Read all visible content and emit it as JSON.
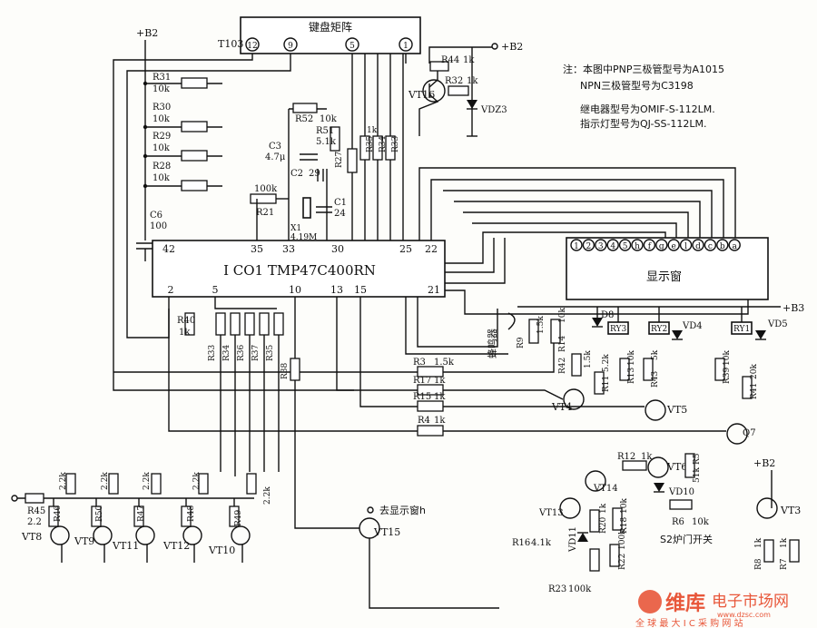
{
  "keyboard": {
    "title": "键盘矩阵",
    "ref": "T103",
    "pins": [
      "12",
      "9",
      "5",
      "1"
    ]
  },
  "ic": {
    "label": "I CO1 TMP47C400RN",
    "top_pins": [
      "42",
      "35",
      "33",
      "30",
      "25",
      "22"
    ],
    "bottom_pins": [
      "2",
      "5",
      "10",
      "13",
      "15",
      "21"
    ]
  },
  "display": {
    "title": "显示窗",
    "pins": [
      "1",
      "2",
      "3",
      "4",
      "5",
      "h",
      "f",
      "g",
      "e",
      "l",
      "d",
      "c",
      "b",
      "a"
    ]
  },
  "notes": [
    "注：本图中PNP三极管型号为A1015",
    "NPN三极管型号为C3198",
    "继电器型号为OMIF-S-112LM.",
    "指示灯型号为QJ-SS-112LM."
  ],
  "power": {
    "b2": "+B2",
    "b3": "+B3"
  },
  "parts": {
    "r31": "R31",
    "r31v": "10k",
    "r30": "R30",
    "r30v": "10k",
    "r29": "R29",
    "r29v": "10k",
    "r28": "R28",
    "r28v": "10k",
    "c6": "C6",
    "c6v": "100",
    "r21": "R21",
    "r21v": "100k",
    "r52": "R52",
    "r52v": "10k",
    "r51": "R51",
    "r51v": "5.1k",
    "c3": "C3",
    "c3v": "4.7μ",
    "c2": "C2",
    "c2v": "29",
    "c1": "C1",
    "c1v": "24",
    "x1": "X1",
    "x1v": "4.19M",
    "r27": "R27",
    "r35": "R35",
    "r34": "R34",
    "r33": "R33",
    "rk": "1k",
    "r44": "R44",
    "r44v": "1k",
    "r32": "R32",
    "r32v": "1k",
    "vt16": "VT16",
    "vdz3": "VDZ3",
    "r40": "R40",
    "r40v": "1k",
    "r33b": "R33",
    "r34b": "R34",
    "r36": "R36",
    "r37": "R37",
    "r35b": "R35",
    "r38": "R38",
    "buzzer": "蜂鸣器",
    "r9": "R9",
    "r9v": "1.5k",
    "r14": "R14",
    "r14v": "10k",
    "d8": "D8",
    "ry3": "RY3",
    "ry2": "RY2",
    "ry1": "RY1",
    "vd4": "VD4",
    "vd5": "VD5",
    "r42": "R42",
    "r42v": "1.5k",
    "r11": "R11",
    "r11v": "5.2k",
    "r13": "R13",
    "r13v": "10k",
    "r43": "R43",
    "r43v": "5k",
    "r39": "R39",
    "r39v": "10k",
    "r41": "R41",
    "r41v": "20k",
    "r3": "R3",
    "r3v": "1.5k",
    "r17": "R17",
    "r17v": "1k",
    "r15": "R15",
    "r15v": "1k",
    "r4": "R4",
    "r4v": "1k",
    "vt4": "VT4",
    "vt5": "VT5",
    "q7": "Q7",
    "r12": "R12",
    "r12v": "1k",
    "vt6": "VT6",
    "r5": "R5",
    "r5v": "51k",
    "vd10": "VD10",
    "r6": "R6",
    "r6v": "10k",
    "vt3": "VT3",
    "vt14": "VT14",
    "vt13": "VT13",
    "r20": "R20",
    "r20v": "1k",
    "r18": "R18",
    "r18v": "10k",
    "vd11": "VD11",
    "r16": "R16",
    "r16v": "4.1k",
    "r22": "R22",
    "r22v": "100k",
    "r23": "R23",
    "r23v": "100k",
    "s2": "S2炉门开关",
    "r8": "R8",
    "r8v": "1k",
    "r7": "R7",
    "r7v": "1k",
    "r45": "R45",
    "r45v": "2.2",
    "r46": "R46",
    "r50": "R50",
    "r47": "R47",
    "r48": "R48",
    "r49": "R49",
    "r22k": "2.2k",
    "vt8": "VT8",
    "vt9": "VT9",
    "vt11": "VT11",
    "vt12": "VT12",
    "vt10": "VT10",
    "vt15": "VT15",
    "to_disp": "去显示窗h"
  },
  "watermark": {
    "brand": "维库",
    "site": "电子市场网",
    "url": "www.dzsc.com",
    "slogan": "全 球 最 大 I C 采 购 网 站"
  },
  "colors": {
    "ink": "#111111",
    "paper": "#fdfdfa",
    "watermark": "#e8573a"
  }
}
